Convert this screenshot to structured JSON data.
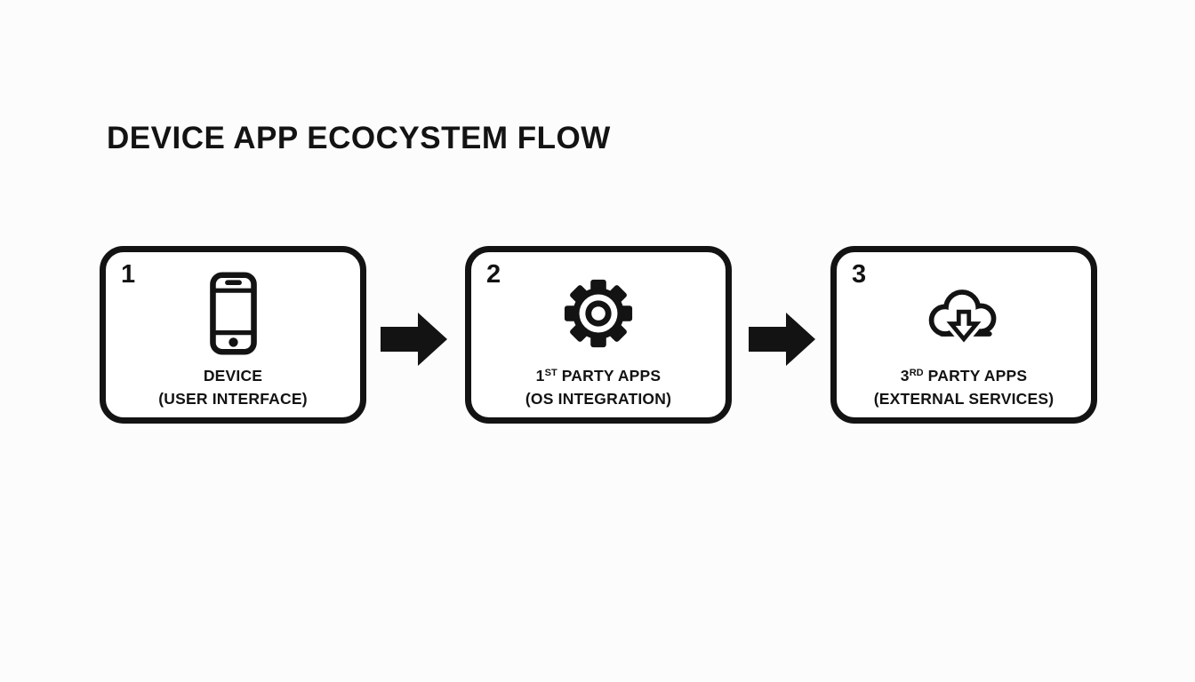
{
  "title": "DEVICE APP ECOCYSTEM FLOW",
  "colors": {
    "background": "#fcfcfc",
    "ink": "#131313",
    "box_fill": "#ffffff"
  },
  "steps": [
    {
      "number": "1",
      "icon": "smartphone-icon",
      "label_prefix": "DEVICE",
      "label_sup": "",
      "label_rest": "",
      "label_sub": "(USER INTERFACE)"
    },
    {
      "number": "2",
      "icon": "gear-icon",
      "label_prefix": "1",
      "label_sup": "ST",
      "label_rest": " PARTY APPS",
      "label_sub": "(OS INTEGRATION)"
    },
    {
      "number": "3",
      "icon": "cloud-download-icon",
      "label_prefix": "3",
      "label_sup": "RD",
      "label_rest": " PARTY APPS",
      "label_sub": "(EXTERNAL SERVICES)"
    }
  ],
  "connectors": [
    {
      "icon": "arrow-right-icon"
    },
    {
      "icon": "arrow-right-icon"
    }
  ]
}
